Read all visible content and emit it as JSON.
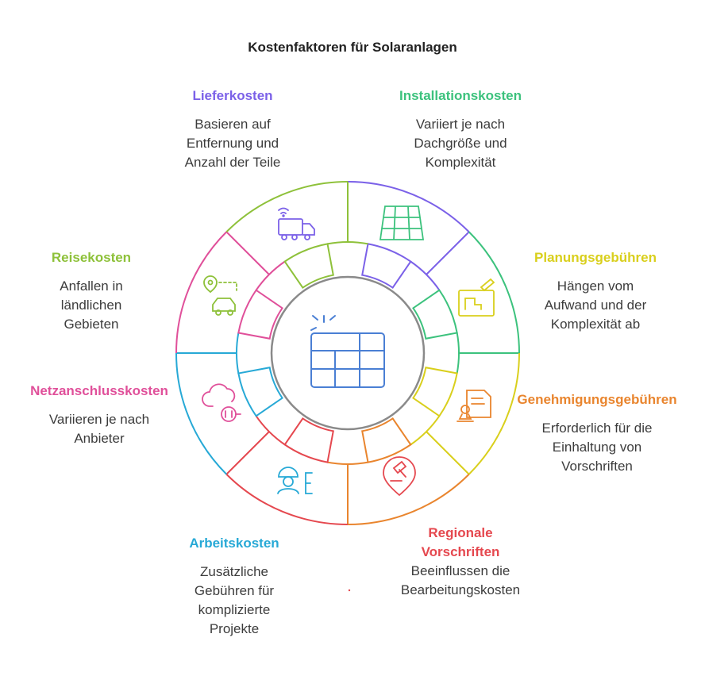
{
  "title": "Kostenfaktoren für Solaranlagen",
  "segments": [
    {
      "key": "lieferkosten",
      "title": "Lieferkosten",
      "desc": "Basieren auf\nEntfernung und\nAnzahl der Teile",
      "color": "#7b61e8",
      "icon": "delivery-truck-icon"
    },
    {
      "key": "installationskosten",
      "title": "Installationskosten",
      "desc": "Variiert je nach\nDachgröße und\nKomplexität",
      "color": "#3cc27d",
      "icon": "roof-tiles-icon"
    },
    {
      "key": "planungsgebuehren",
      "title": "Planungsgebühren",
      "desc": "Hängen vom\nAufwand und der\nKomplexität ab",
      "color": "#d9cf1c",
      "icon": "blueprint-icon"
    },
    {
      "key": "genehmigungsgebuehren",
      "title": "Genehmigungsgebühren",
      "desc": "Erforderlich für die\nEinhaltung von\nVorschriften",
      "color": "#e9852e",
      "icon": "permit-stamp-icon"
    },
    {
      "key": "regionale-vorschriften",
      "title": "Regionale\nVorschriften",
      "desc": "Beeinflussen die\nBearbeitungskosten",
      "color": "#e5484f",
      "icon": "location-gavel-icon"
    },
    {
      "key": "arbeitskosten",
      "title": "Arbeitskosten",
      "desc": "Zusätzliche\nGebühren für\nkomplizierte\nProjekte",
      "color": "#27a9d6",
      "icon": "worker-icon"
    },
    {
      "key": "netzanschlusskosten",
      "title": "Netzanschlusskosten",
      "desc": "Variieren je nach\nAnbieter",
      "color": "#e0509a",
      "icon": "cloud-plug-icon"
    },
    {
      "key": "reisekosten",
      "title": "Reisekosten",
      "desc": "Anfallen in\nländlichen\nGebieten",
      "color": "#8ec13a",
      "icon": "car-location-icon"
    }
  ],
  "center_icon": "solar-panel-icon",
  "center_color": "#4a7fd4"
}
